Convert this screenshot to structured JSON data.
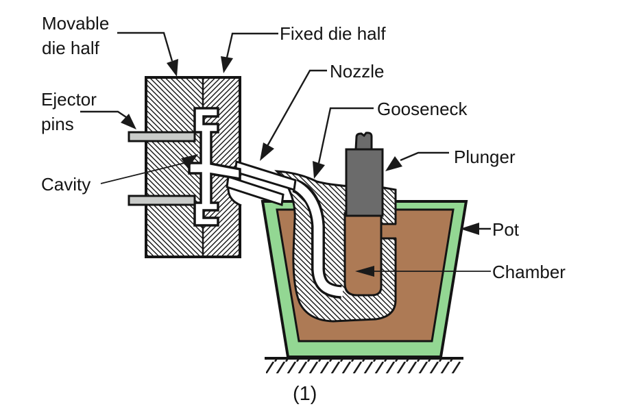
{
  "figure": {
    "caption": "(1)",
    "description": "Hot-chamber die casting machine schematic"
  },
  "labels": {
    "movable_die_half_line1": "Movable",
    "movable_die_half_line2": "die half",
    "fixed_die_half": "Fixed die half",
    "ejector_pins_line1": "Ejector",
    "ejector_pins_line2": "pins",
    "cavity": "Cavity",
    "nozzle": "Nozzle",
    "gooseneck": "Gooseneck",
    "plunger": "Plunger",
    "pot": "Pot",
    "chamber": "Chamber"
  },
  "colors": {
    "pot_green": "#93d793",
    "metal_brown": "#ad7a55",
    "plunger_gray": "#6b6b6b",
    "pin_gray": "#c9cbc9",
    "outline_black": "#141414",
    "background": "#ffffff"
  }
}
